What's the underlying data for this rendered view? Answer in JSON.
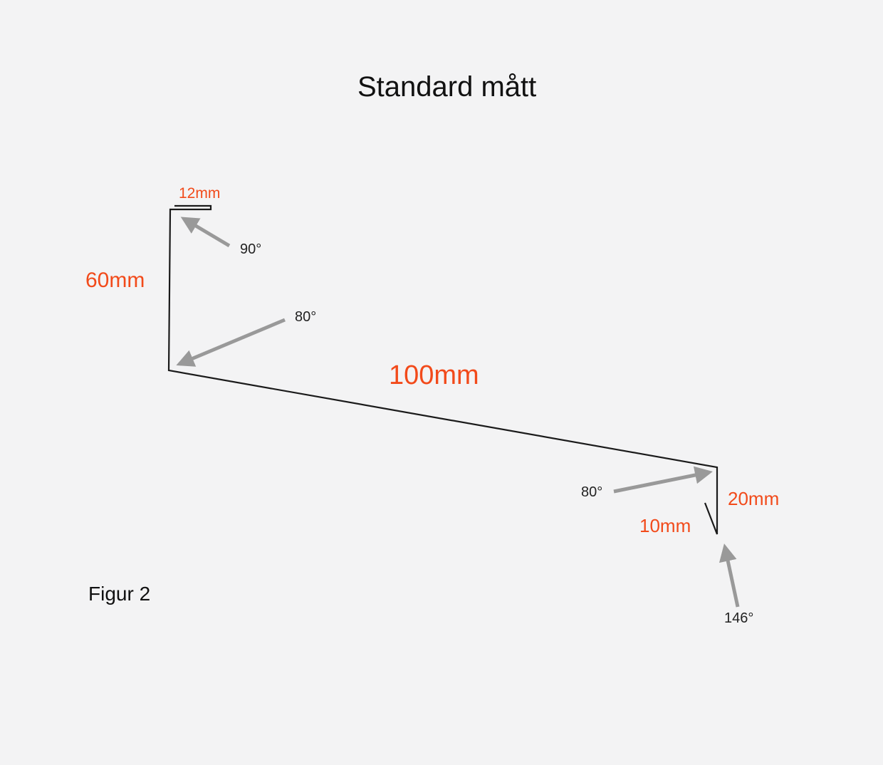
{
  "title": "Standard mått",
  "figure_label": "Figur 2",
  "colors": {
    "dimension": "#f24a1a",
    "arrow": "#999999",
    "profile": "#1a1a1a"
  },
  "dimensions": {
    "hem": "12mm",
    "vertical_left": "60mm",
    "slope": "100mm",
    "vertical_right": "20mm",
    "drip": "10mm"
  },
  "angles": {
    "hem": "90°",
    "top_left": "80°",
    "bottom_right": "80°",
    "drip": "146°"
  }
}
